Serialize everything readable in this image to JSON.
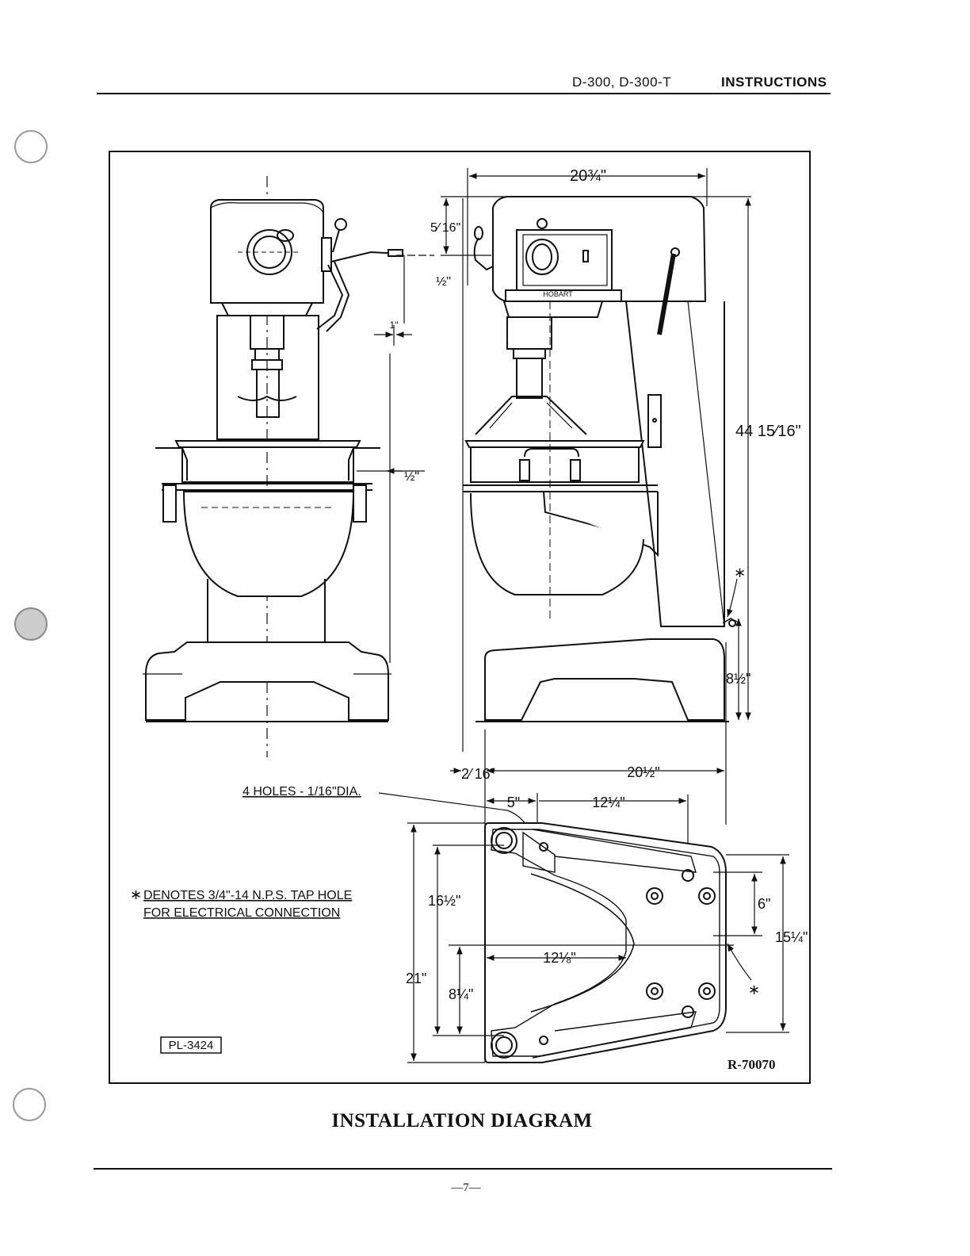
{
  "header": {
    "models": "D-300, D-300-T",
    "section": "INSTRUCTIONS"
  },
  "diagram": {
    "dimensions": {
      "overall_depth": "20¾\"",
      "head_offset": "5⁄ 16\"",
      "head_step": "½\"",
      "lever_gap": "1\"",
      "bowl_rim": "½\"",
      "overall_height": "44 15⁄16\"",
      "conn_height": "8½\"",
      "base_front": "2⁄ 16\"",
      "base_depth": "20½\"",
      "hole_offset": "5\"",
      "hole_spacing": "12¼\"",
      "base_width": "21\"",
      "hole_span": "16½\"",
      "hole_half": "8¼\"",
      "inner_span": "12⅛\"",
      "rear_holes": "6\"",
      "rear_width": "15¼\""
    },
    "labels": {
      "holes_note": "4 HOLES - 1/16\"DIA.",
      "tap_note_line1": "DENOTES 3/4\"-14 N.P.S. TAP HOLE",
      "tap_note_line2": "FOR ELECTRICAL CONNECTION",
      "brand": "HOBART",
      "part_number": "PL-3424",
      "drawing_number": "R-70070",
      "asterisk": "∗"
    }
  },
  "caption": "INSTALLATION DIAGRAM",
  "page_number": "—7—"
}
